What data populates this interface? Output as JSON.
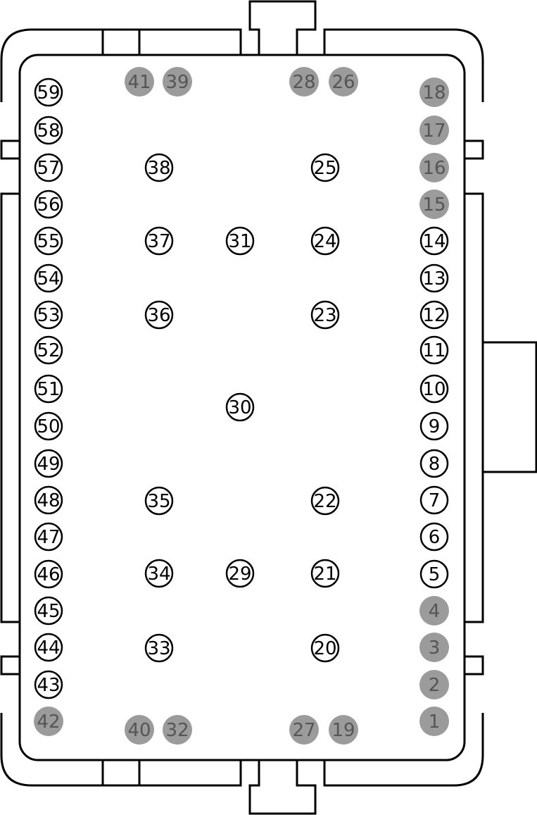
{
  "colors": {
    "filled": "#9b9b9b",
    "filled_text": "#555555",
    "outline": "#000000",
    "open_text": "#000000",
    "open_fill": "#ffffff"
  },
  "legend": {
    "filled": "populated-cavity",
    "open": "empty-cavity"
  },
  "pins": [
    {
      "label": "1",
      "state": "filled"
    },
    {
      "label": "2",
      "state": "filled"
    },
    {
      "label": "3",
      "state": "filled"
    },
    {
      "label": "4",
      "state": "filled"
    },
    {
      "label": "5",
      "state": "open"
    },
    {
      "label": "6",
      "state": "open"
    },
    {
      "label": "7",
      "state": "open"
    },
    {
      "label": "8",
      "state": "open"
    },
    {
      "label": "9",
      "state": "open"
    },
    {
      "label": "10",
      "state": "open"
    },
    {
      "label": "11",
      "state": "open"
    },
    {
      "label": "12",
      "state": "open"
    },
    {
      "label": "13",
      "state": "open"
    },
    {
      "label": "14",
      "state": "open"
    },
    {
      "label": "15",
      "state": "filled"
    },
    {
      "label": "16",
      "state": "filled"
    },
    {
      "label": "17",
      "state": "filled"
    },
    {
      "label": "18",
      "state": "filled"
    },
    {
      "label": "19",
      "state": "filled"
    },
    {
      "label": "20",
      "state": "open"
    },
    {
      "label": "21",
      "state": "open"
    },
    {
      "label": "22",
      "state": "open"
    },
    {
      "label": "23",
      "state": "open"
    },
    {
      "label": "24",
      "state": "open"
    },
    {
      "label": "25",
      "state": "open"
    },
    {
      "label": "26",
      "state": "filled"
    },
    {
      "label": "27",
      "state": "filled"
    },
    {
      "label": "28",
      "state": "filled"
    },
    {
      "label": "29",
      "state": "open"
    },
    {
      "label": "30",
      "state": "open"
    },
    {
      "label": "31",
      "state": "open"
    },
    {
      "label": "32",
      "state": "filled"
    },
    {
      "label": "33",
      "state": "open"
    },
    {
      "label": "34",
      "state": "open"
    },
    {
      "label": "35",
      "state": "open"
    },
    {
      "label": "36",
      "state": "open"
    },
    {
      "label": "37",
      "state": "open"
    },
    {
      "label": "38",
      "state": "open"
    },
    {
      "label": "39",
      "state": "filled"
    },
    {
      "label": "40",
      "state": "filled"
    },
    {
      "label": "41",
      "state": "filled"
    },
    {
      "label": "42",
      "state": "filled"
    },
    {
      "label": "43",
      "state": "open"
    },
    {
      "label": "44",
      "state": "open"
    },
    {
      "label": "45",
      "state": "open"
    },
    {
      "label": "46",
      "state": "open"
    },
    {
      "label": "47",
      "state": "open"
    },
    {
      "label": "48",
      "state": "open"
    },
    {
      "label": "49",
      "state": "open"
    },
    {
      "label": "50",
      "state": "open"
    },
    {
      "label": "51",
      "state": "open"
    },
    {
      "label": "52",
      "state": "open"
    },
    {
      "label": "53",
      "state": "open"
    },
    {
      "label": "54",
      "state": "open"
    },
    {
      "label": "55",
      "state": "open"
    },
    {
      "label": "56",
      "state": "open"
    },
    {
      "label": "57",
      "state": "open"
    },
    {
      "label": "58",
      "state": "open"
    },
    {
      "label": "59",
      "state": "open"
    }
  ]
}
